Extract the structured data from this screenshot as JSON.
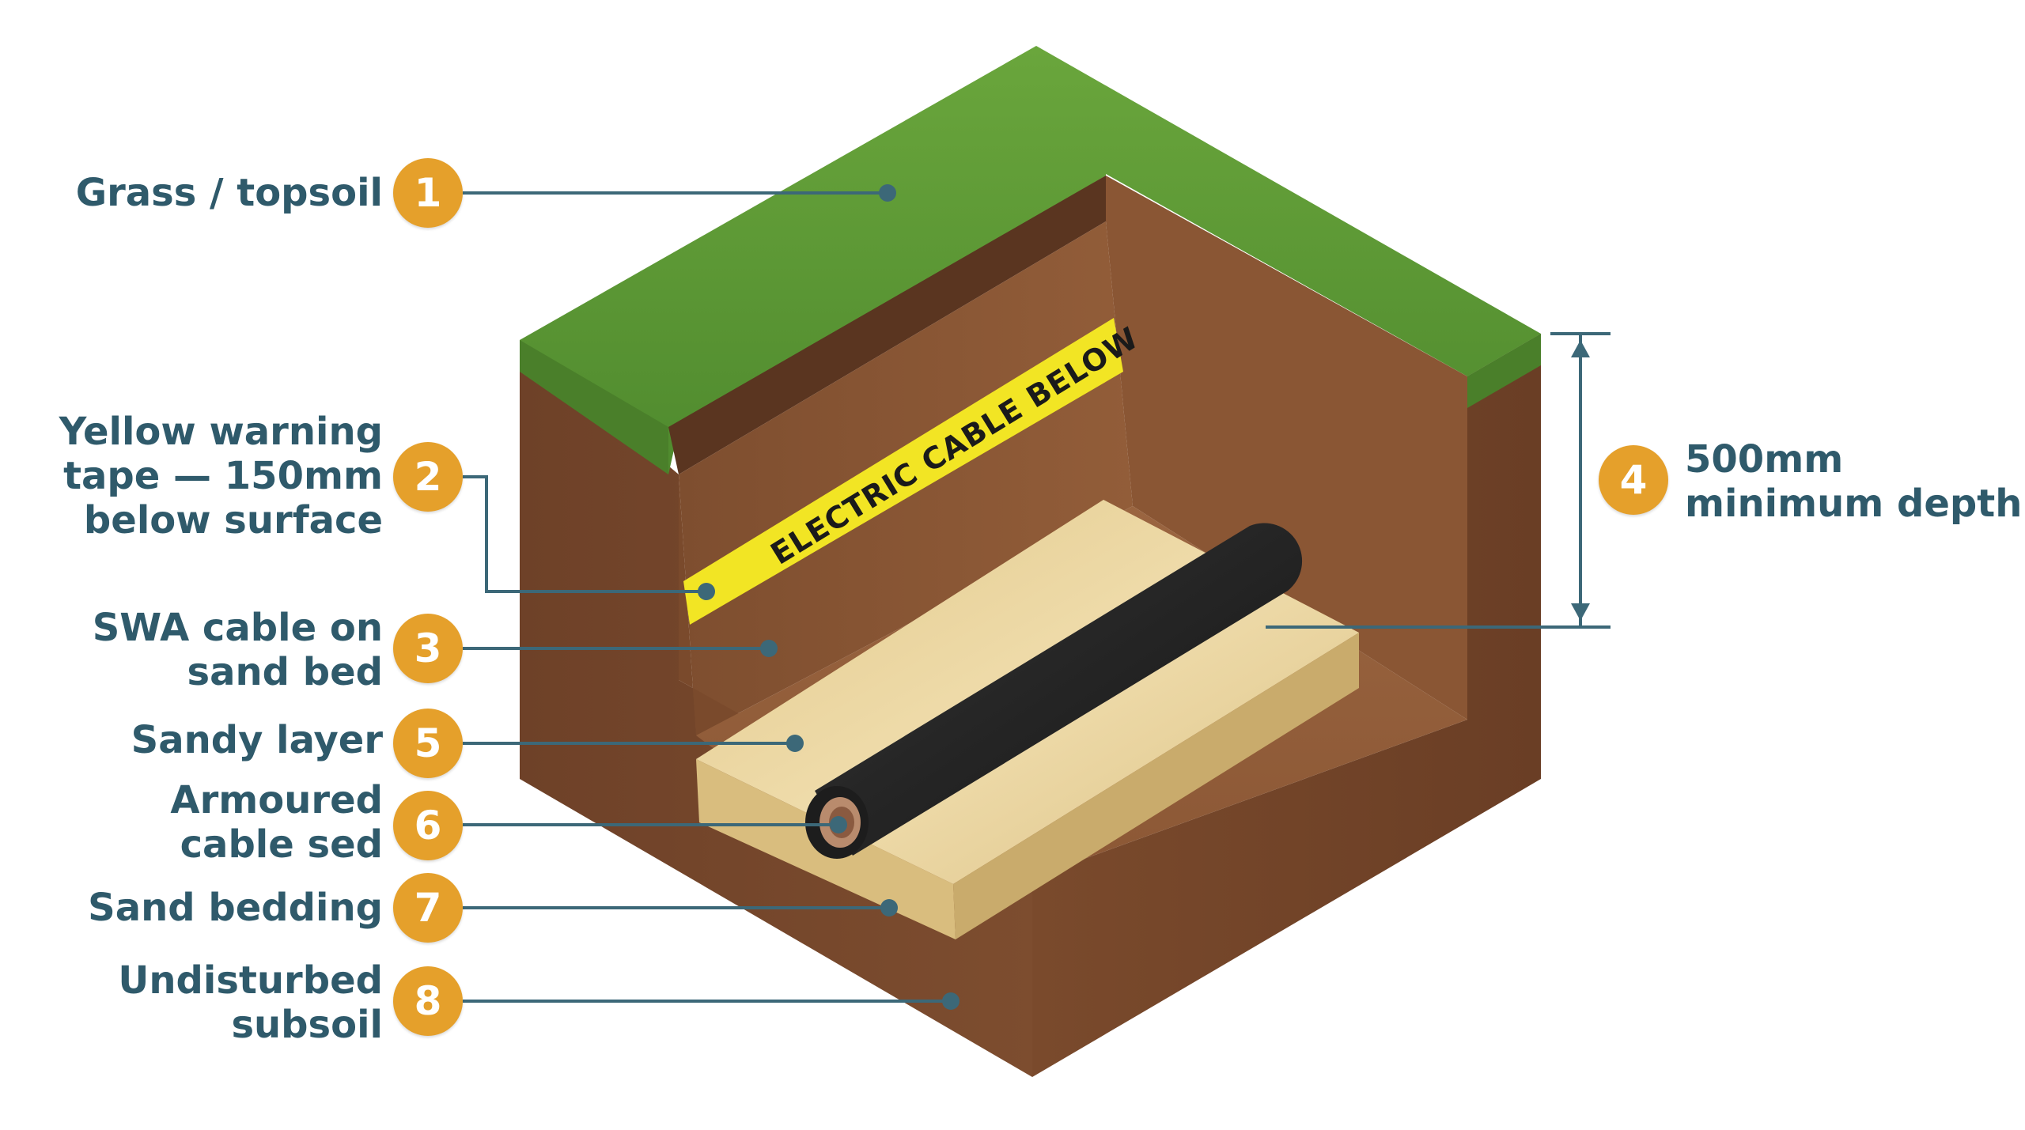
{
  "callouts": [
    {
      "number": "1",
      "lines": [
        "Grass / topsoil"
      ]
    },
    {
      "number": "2",
      "lines": [
        "Yellow warning",
        "tape — 150mm",
        "below surface"
      ]
    },
    {
      "number": "3",
      "lines": [
        "SWA cable on",
        "sand bed"
      ]
    },
    {
      "number": "5",
      "lines": [
        "Sandy layer"
      ]
    },
    {
      "number": "6",
      "lines": [
        "Armoured",
        "cable sed"
      ]
    },
    {
      "number": "7",
      "lines": [
        "Sand bedding"
      ]
    },
    {
      "number": "8",
      "lines": [
        "Undisturbed",
        "subsoil"
      ]
    }
  ],
  "depth_callout": {
    "number": "4",
    "lines": [
      "500mm",
      "minimum depth"
    ]
  },
  "tape_text": "ELECTRIC CABLE BELOW",
  "colors": {
    "label_text": "#2f5a6b",
    "badge": "#e5a02b",
    "leader_line": "#3c6878",
    "grass": "#5f9a36",
    "soil_outer": "#7a4a2c",
    "soil_inner": "#8d5a36",
    "sand": "#e6cf94",
    "cable": "#2a2a2a",
    "tape": "#f2e524"
  }
}
